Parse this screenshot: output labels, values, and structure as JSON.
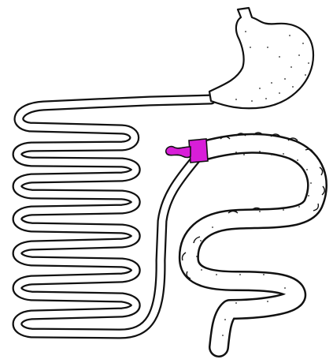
{
  "diagram": {
    "parts": [
      {
        "id": "stomach",
        "shown_as": "outline"
      },
      {
        "id": "small-intestine",
        "shown_as": "outline"
      },
      {
        "id": "cecum",
        "shown_as": "highlighted"
      },
      {
        "id": "large-intestine",
        "shown_as": "outline"
      }
    ],
    "colors": {
      "outline": "#111111",
      "fill": "#ffffff",
      "stipple": "#222222",
      "highlight": "#d81ed8",
      "background": "#ffffff"
    }
  }
}
